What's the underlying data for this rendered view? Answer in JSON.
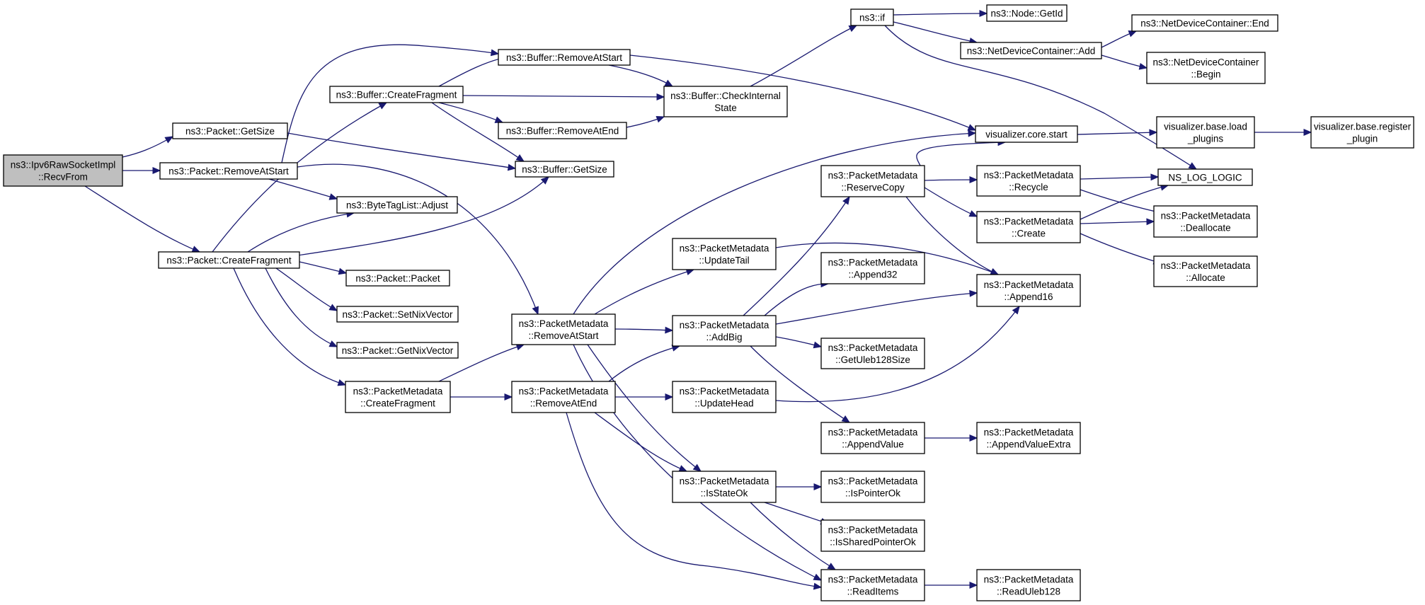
{
  "nodes": [
    {
      "id": "n0",
      "lines": [
        "ns3::Ipv6RawSocketImpl",
        "::RecvFrom"
      ],
      "root": true
    },
    {
      "id": "n1",
      "lines": [
        "ns3::Packet::GetSize"
      ]
    },
    {
      "id": "n2",
      "lines": [
        "ns3::Packet::RemoveAtStart"
      ]
    },
    {
      "id": "n3",
      "lines": [
        "ns3::Packet::CreateFragment"
      ]
    },
    {
      "id": "n4",
      "lines": [
        "ns3::Buffer::RemoveAtStart"
      ]
    },
    {
      "id": "n5",
      "lines": [
        "ns3::Buffer::CreateFragment"
      ]
    },
    {
      "id": "n6",
      "lines": [
        "ns3::Buffer::CheckInternal",
        "State"
      ]
    },
    {
      "id": "n7",
      "lines": [
        "ns3::Buffer::RemoveAtEnd"
      ]
    },
    {
      "id": "n8",
      "lines": [
        "ns3::Buffer::GetSize"
      ]
    },
    {
      "id": "n9",
      "lines": [
        "ns3::ByteTagList::Adjust"
      ]
    },
    {
      "id": "n10",
      "lines": [
        "ns3::Packet::Packet"
      ]
    },
    {
      "id": "n11",
      "lines": [
        "ns3::Packet::SetNixVector"
      ]
    },
    {
      "id": "n12",
      "lines": [
        "ns3::Packet::GetNixVector"
      ]
    },
    {
      "id": "n13",
      "lines": [
        "ns3::PacketMetadata",
        "::CreateFragment"
      ]
    },
    {
      "id": "n14",
      "lines": [
        "ns3::PacketMetadata",
        "::RemoveAtStart"
      ]
    },
    {
      "id": "n15",
      "lines": [
        "ns3::PacketMetadata",
        "::RemoveAtEnd"
      ]
    },
    {
      "id": "n16",
      "lines": [
        "ns3::if"
      ]
    },
    {
      "id": "n17",
      "lines": [
        "ns3::Node::GetId"
      ]
    },
    {
      "id": "n18",
      "lines": [
        "ns3::NetDeviceContainer::Add"
      ]
    },
    {
      "id": "n19",
      "lines": [
        "ns3::NetDeviceContainer::End"
      ]
    },
    {
      "id": "n20",
      "lines": [
        "ns3::NetDeviceContainer",
        "::Begin"
      ]
    },
    {
      "id": "n21",
      "lines": [
        "visualizer.core.start"
      ]
    },
    {
      "id": "n22",
      "lines": [
        "visualizer.base.load",
        "_plugins"
      ]
    },
    {
      "id": "n23",
      "lines": [
        "visualizer.base.register",
        "_plugin"
      ]
    },
    {
      "id": "n24",
      "lines": [
        "NS_LOG_LOGIC"
      ]
    },
    {
      "id": "n25",
      "lines": [
        "ns3::PacketMetadata",
        "::UpdateTail"
      ]
    },
    {
      "id": "n26",
      "lines": [
        "ns3::PacketMetadata",
        "::AddBig"
      ]
    },
    {
      "id": "n27",
      "lines": [
        "ns3::PacketMetadata",
        "::UpdateHead"
      ]
    },
    {
      "id": "n28",
      "lines": [
        "ns3::PacketMetadata",
        "::IsStateOk"
      ]
    },
    {
      "id": "n29",
      "lines": [
        "ns3::PacketMetadata",
        "::ReserveCopy"
      ]
    },
    {
      "id": "n30",
      "lines": [
        "ns3::PacketMetadata",
        "::Append32"
      ]
    },
    {
      "id": "n31",
      "lines": [
        "ns3::PacketMetadata",
        "::GetUleb128Size"
      ]
    },
    {
      "id": "n32",
      "lines": [
        "ns3::PacketMetadata",
        "::AppendValue"
      ]
    },
    {
      "id": "n33",
      "lines": [
        "ns3::PacketMetadata",
        "::IsPointerOk"
      ]
    },
    {
      "id": "n34",
      "lines": [
        "ns3::PacketMetadata",
        "::IsSharedPointerOk"
      ]
    },
    {
      "id": "n35",
      "lines": [
        "ns3::PacketMetadata",
        "::ReadItems"
      ]
    },
    {
      "id": "n36",
      "lines": [
        "ns3::PacketMetadata",
        "::Recycle"
      ]
    },
    {
      "id": "n37",
      "lines": [
        "ns3::PacketMetadata",
        "::Create"
      ]
    },
    {
      "id": "n38",
      "lines": [
        "ns3::PacketMetadata",
        "::Append16"
      ]
    },
    {
      "id": "n39",
      "lines": [
        "ns3::PacketMetadata",
        "::AppendValueExtra"
      ]
    },
    {
      "id": "n40",
      "lines": [
        "ns3::PacketMetadata",
        "::ReadUleb128"
      ]
    },
    {
      "id": "n41",
      "lines": [
        "ns3::PacketMetadata",
        "::Deallocate"
      ]
    },
    {
      "id": "n42",
      "lines": [
        "ns3::PacketMetadata",
        "::Allocate"
      ]
    }
  ],
  "edges": [
    [
      "n0",
      "n1"
    ],
    [
      "n0",
      "n2"
    ],
    [
      "n0",
      "n3"
    ],
    [
      "n1",
      "n8"
    ],
    [
      "n2",
      "n4"
    ],
    [
      "n2",
      "n9"
    ],
    [
      "n2",
      "n14"
    ],
    [
      "n3",
      "n5"
    ],
    [
      "n3",
      "n8"
    ],
    [
      "n3",
      "n9"
    ],
    [
      "n3",
      "n10"
    ],
    [
      "n3",
      "n11"
    ],
    [
      "n3",
      "n12"
    ],
    [
      "n3",
      "n13"
    ],
    [
      "n4",
      "n6"
    ],
    [
      "n4",
      "n21"
    ],
    [
      "n5",
      "n4"
    ],
    [
      "n5",
      "n6"
    ],
    [
      "n5",
      "n7"
    ],
    [
      "n5",
      "n8"
    ],
    [
      "n6",
      "n16"
    ],
    [
      "n7",
      "n6"
    ],
    [
      "n13",
      "n14"
    ],
    [
      "n13",
      "n15"
    ],
    [
      "n14",
      "n21"
    ],
    [
      "n14",
      "n25"
    ],
    [
      "n14",
      "n26"
    ],
    [
      "n14",
      "n28"
    ],
    [
      "n14",
      "n35"
    ],
    [
      "n15",
      "n26"
    ],
    [
      "n15",
      "n27"
    ],
    [
      "n15",
      "n28"
    ],
    [
      "n15",
      "n35"
    ],
    [
      "n16",
      "n17"
    ],
    [
      "n16",
      "n18"
    ],
    [
      "n16",
      "n24"
    ],
    [
      "n18",
      "n19"
    ],
    [
      "n18",
      "n20"
    ],
    [
      "n21",
      "n22"
    ],
    [
      "n22",
      "n23"
    ],
    [
      "n25",
      "n38"
    ],
    [
      "n26",
      "n29"
    ],
    [
      "n26",
      "n30"
    ],
    [
      "n26",
      "n38"
    ],
    [
      "n26",
      "n31"
    ],
    [
      "n26",
      "n32"
    ],
    [
      "n27",
      "n38"
    ],
    [
      "n28",
      "n33"
    ],
    [
      "n28",
      "n34"
    ],
    [
      "n28",
      "n35"
    ],
    [
      "n29",
      "n21"
    ],
    [
      "n29",
      "n36"
    ],
    [
      "n29",
      "n37"
    ],
    [
      "n29",
      "n38"
    ],
    [
      "n32",
      "n39"
    ],
    [
      "n35",
      "n40"
    ],
    [
      "n36",
      "n24"
    ],
    [
      "n36",
      "n41"
    ],
    [
      "n37",
      "n24"
    ],
    [
      "n37",
      "n41"
    ],
    [
      "n37",
      "n42"
    ]
  ]
}
